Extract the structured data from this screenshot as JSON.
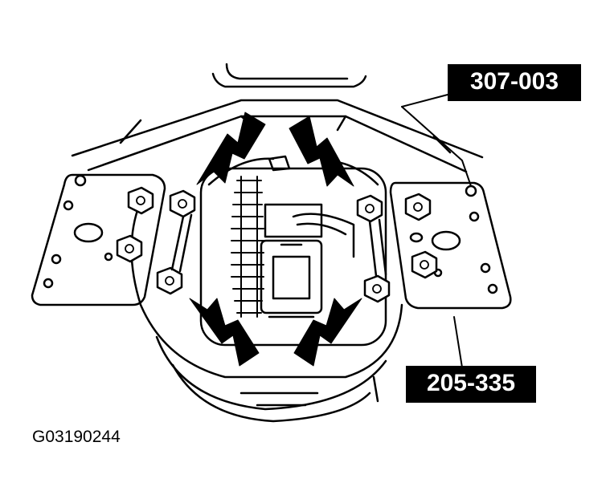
{
  "callouts": [
    {
      "id": "tool-a",
      "text": "307-003"
    },
    {
      "id": "tool-b",
      "text": "205-335"
    }
  ],
  "figure_id": "G03190244",
  "colors": {
    "line": "#000000",
    "background": "#ffffff",
    "label_bg": "#000000",
    "label_text": "#ffffff"
  }
}
